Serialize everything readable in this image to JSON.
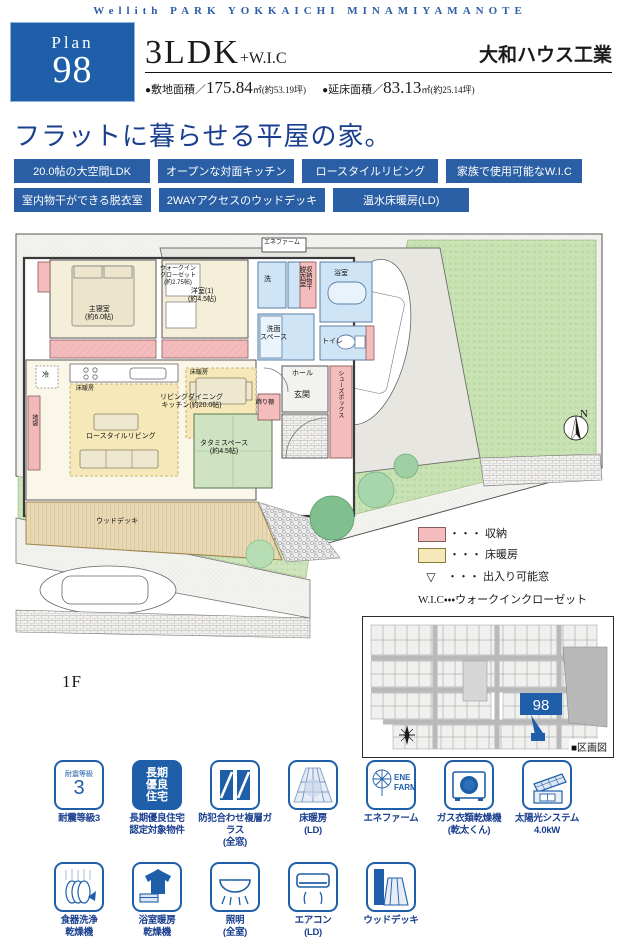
{
  "header": {
    "site_title": "Wellith PARK YOKKAICHI MINAMIYAMANOTE",
    "plan_label": "Plan",
    "plan_number": "98",
    "layout_type": "3LDK",
    "layout_suffix": "+W.I.C",
    "maker": "大和ハウス工業",
    "land_area_bullet": "●",
    "land_area_label": "敷地面積",
    "land_area_slash": "／",
    "land_area_value": "175.84",
    "land_area_unit": "㎡",
    "land_area_tsubo": "(約53.19坪)",
    "floor_area_bullet": "●",
    "floor_area_label": "延床面積",
    "floor_area_slash": "／",
    "floor_area_value": "83.13",
    "floor_area_unit": "㎡",
    "floor_area_tsubo": "(約25.14坪)"
  },
  "catch_copy": "フラットに暮らせる平屋の家。",
  "tags_row1": [
    "20.0帖の大空間LDK",
    "オープンな対面キッチン",
    "ロースタイルリビング",
    "家族で使用可能なW.I.C"
  ],
  "tags_row2": [
    "室内物干ができる脱衣室",
    "2WAYアクセスのウッドデッキ",
    "温水床暖房(LD)"
  ],
  "floor_plan": {
    "floor_label": "1F",
    "compass": "N",
    "rooms": [
      {
        "name": "主寝室",
        "sub": "(約6.0帖)"
      },
      {
        "name": "洋室(1)",
        "sub": "(約4.5帖)"
      },
      {
        "name": "ウォークイン",
        "sub": "クローゼット",
        "sub2": "(約2.75帖)"
      },
      {
        "name": "リビングダイニング",
        "sub": "キッチン",
        "sub2": "(約20.0帖)"
      },
      {
        "name": "タタミスペース",
        "sub": "(約4.5帖)"
      },
      {
        "name": "ロースタイルリビング"
      },
      {
        "name": "ウッドデッキ"
      },
      {
        "name": "洗面",
        "sub": "スペース"
      },
      {
        "name": "脱衣室"
      },
      {
        "name": "浴室"
      },
      {
        "name": "トイレ"
      },
      {
        "name": "玄関"
      },
      {
        "name": "ホール"
      },
      {
        "name": "シューズボックス"
      },
      {
        "name": "収納物干"
      },
      {
        "name": "飾り棚"
      },
      {
        "name": "洗"
      },
      {
        "name": "冷"
      },
      {
        "name": "地袋"
      },
      {
        "name": "床暖房"
      },
      {
        "name": "エネファーム"
      }
    ]
  },
  "legend": {
    "storage": "収納",
    "floor_heating": "床暖房",
    "openable_window": "出入り可能窓",
    "wic_note": "W.I.C・・・ウォークインクローゼット",
    "dots": "・・・",
    "triangle": "▽",
    "storage_color": "#f4bcbc",
    "floor_heating_color": "#f6e8b8"
  },
  "sitemap": {
    "lot_number": "98",
    "caption": "区画図",
    "caption_mark": "■",
    "compass": "北"
  },
  "specs_row1": [
    {
      "icon": "seismic-grade-icon",
      "top": "耐震等級",
      "num": "3",
      "caption": "耐震等級3"
    },
    {
      "icon": "long-term-quality-housing-icon",
      "lines": [
        "長期",
        "優良",
        "住宅"
      ],
      "caption": "長期優良住宅\n認定対象物件"
    },
    {
      "icon": "security-laminated-glass-icon",
      "caption": "防犯合わせ複層ガラス\n(全窓)"
    },
    {
      "icon": "floor-heating-icon",
      "caption": "床暖房\n(LD)"
    },
    {
      "icon": "ene-farm-icon",
      "caption": "エネファーム"
    },
    {
      "icon": "gas-clothes-dryer-icon",
      "caption": "ガス衣類乾燥機\n(乾太くん)"
    },
    {
      "icon": "solar-power-system-icon",
      "caption": "太陽光システム\n4.0kW"
    }
  ],
  "specs_row2": [
    {
      "icon": "dishwasher-icon",
      "caption": "食器洗浄\n乾燥機"
    },
    {
      "icon": "bathroom-dryer-icon",
      "caption": "浴室暖房\n乾燥機"
    },
    {
      "icon": "lighting-icon",
      "caption": "照明\n(全室)"
    },
    {
      "icon": "air-conditioner-icon",
      "caption": "エアコン\n(LD)"
    },
    {
      "icon": "wood-deck-icon",
      "caption": "ウッドデッキ"
    }
  ],
  "colors": {
    "brand_blue": "#1f5fa9",
    "title_blue": "#2f5fa8",
    "tag_blue": "#2a5fa5",
    "storage_pink": "#f4bcbc",
    "heating_cream": "#f6e8b8",
    "room_beige": "#f5efd9",
    "water_blue": "#cfe4f5",
    "tatami_green": "#cfe3c2",
    "lawn_green": "#c9e3b4"
  }
}
